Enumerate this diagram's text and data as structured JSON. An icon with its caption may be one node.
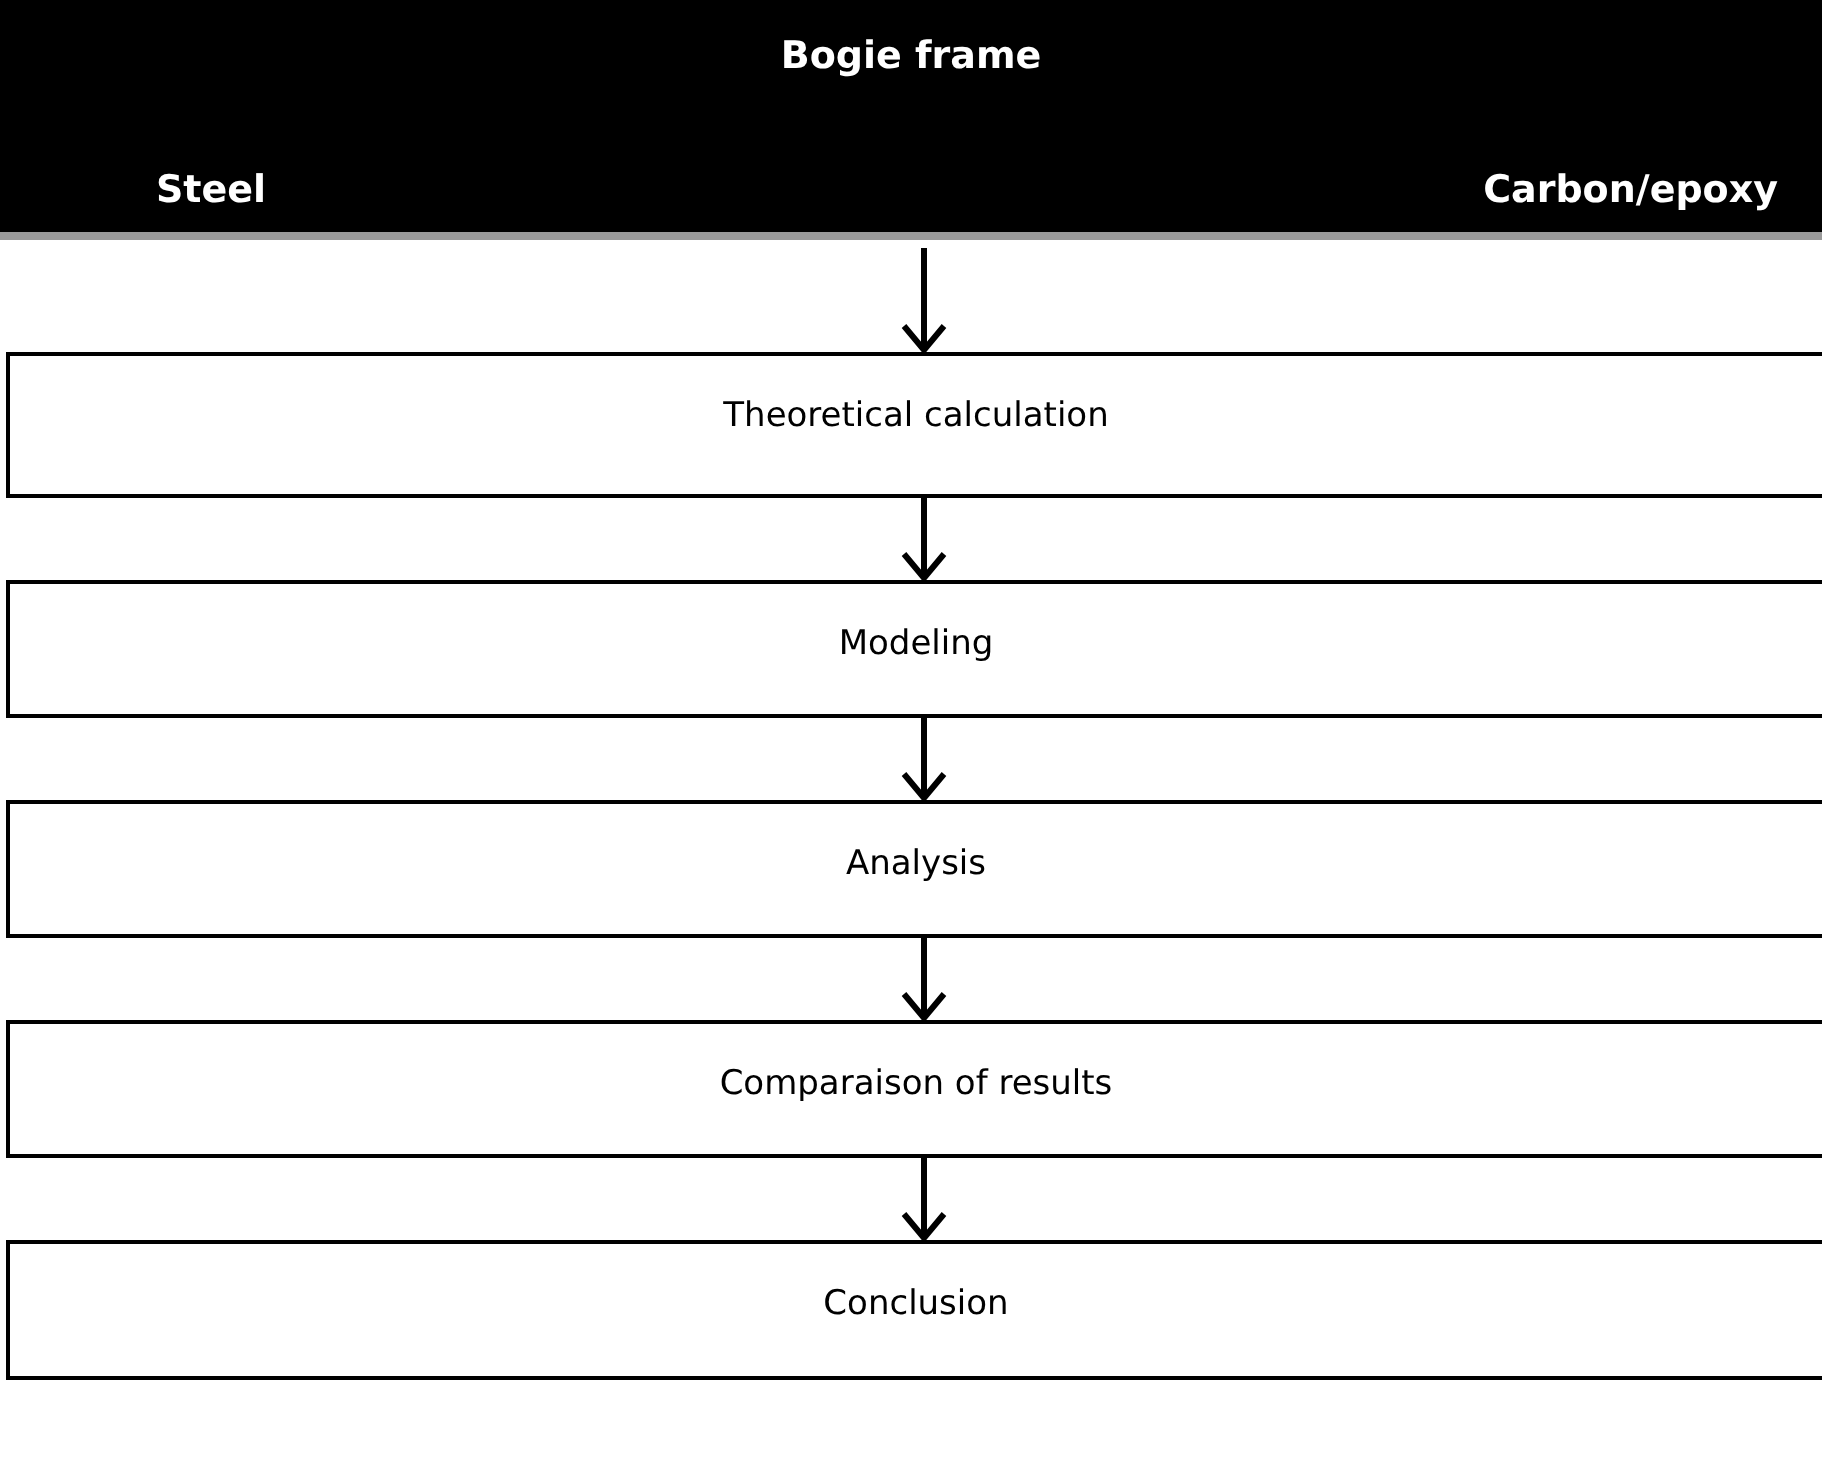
{
  "diagram": {
    "nodes": [
      {
        "text": [
          "Bogie frame",
          "Steel",
          "Carbon/epoxy"
        ]
      },
      {
        "text": [
          "Theoretical calculation"
        ]
      },
      {
        "text": [
          "Modeling"
        ]
      },
      {
        "text": [
          "Analysis"
        ]
      },
      {
        "text": [
          "Comparaison of results"
        ]
      },
      {
        "text": [
          "Conclusion"
        ]
      }
    ],
    "edges": [
      {
        "from": 0,
        "to": 1,
        "arrow": "to"
      },
      {
        "from": 1,
        "to": 2,
        "arrow": "to"
      },
      {
        "from": 2,
        "to": 3,
        "arrow": "to"
      },
      {
        "from": 3,
        "to": 4,
        "arrow": "to"
      },
      {
        "from": 4,
        "to": 5,
        "arrow": "to"
      }
    ]
  }
}
